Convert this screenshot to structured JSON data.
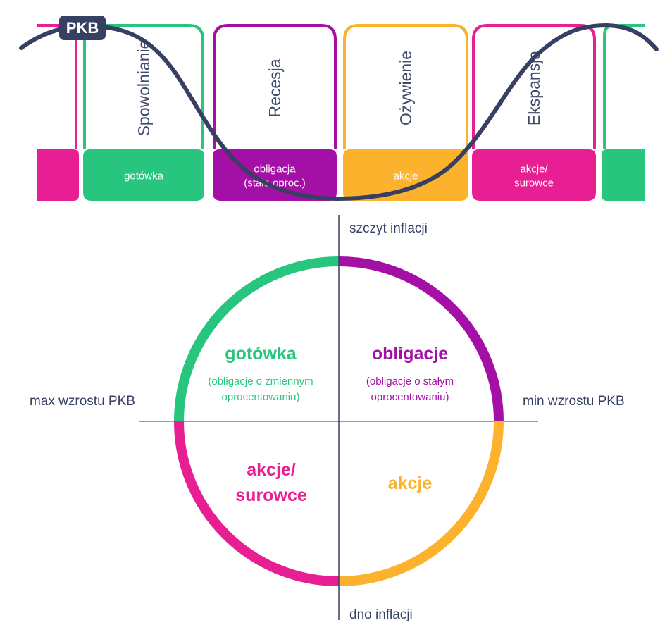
{
  "colors": {
    "green": "#27c57e",
    "purple": "#a40fa6",
    "orange": "#fdb22d",
    "pink": "#e81f92",
    "navy": "#374063",
    "axis_gray": "#9a9cab"
  },
  "cycle": {
    "curve_label": "PKB",
    "phases": [
      {
        "name": "Spowolnianie",
        "asset": [
          "gotówka"
        ],
        "color": "green"
      },
      {
        "name": "Recesja",
        "asset": [
          "obligacja",
          "(stałe oproc.)"
        ],
        "color": "purple"
      },
      {
        "name": "Ożywienie",
        "asset": [
          "akcje"
        ],
        "color": "orange"
      },
      {
        "name": "Ekspansja",
        "asset": [
          "akcje/",
          "surowce"
        ],
        "color": "pink"
      }
    ]
  },
  "clock": {
    "top_label": "szczyt inflacji",
    "bottom_label": "dno inflacji",
    "left_label": "max wzrostu PKB",
    "right_label": "min wzrostu PKB",
    "quadrants": [
      {
        "position": "top-left",
        "title": [
          "gotówka"
        ],
        "subtitle": [
          "(obligacje o zmiennym",
          "oprocentowaniu)"
        ],
        "color": "green"
      },
      {
        "position": "top-right",
        "title": [
          "obligacje"
        ],
        "subtitle": [
          "(obligacje o stałym",
          "oprocentowaniu)"
        ],
        "color": "purple"
      },
      {
        "position": "bottom-left",
        "title": [
          "akcje/",
          "surowce"
        ],
        "subtitle": [],
        "color": "pink"
      },
      {
        "position": "bottom-right",
        "title": [
          "akcje"
        ],
        "subtitle": [],
        "color": "orange"
      }
    ]
  }
}
